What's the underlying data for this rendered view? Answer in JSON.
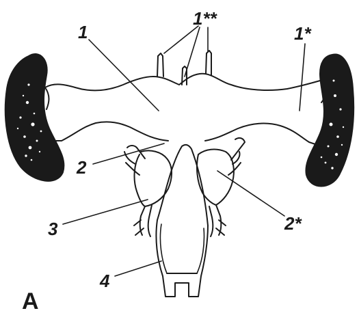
{
  "figure": {
    "panel_letter": "A",
    "labels": {
      "l1": "1",
      "l1_star": "1*",
      "l1_dstar": "1**",
      "l2": "2",
      "l2_star": "2*",
      "l3": "3",
      "l4": "4"
    }
  },
  "colors": {
    "ink": "#1a1a1a",
    "paper": "#ffffff"
  }
}
